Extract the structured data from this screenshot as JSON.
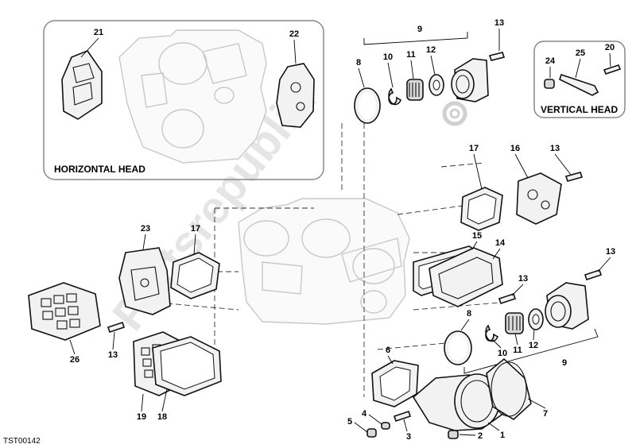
{
  "insets": {
    "horizontal_head": "HORIZONTAL HEAD",
    "vertical_head": "VERTICAL HEAD"
  },
  "drawing_code": "TST00142",
  "watermark": "Partsrepublik",
  "callouts": {
    "c21": "21",
    "c22": "22",
    "c9_top": "9",
    "c8_top": "8",
    "c10_top": "10",
    "c11_top": "11",
    "c12_top": "12",
    "c13_top": "13",
    "c24": "24",
    "c25": "25",
    "c20": "20",
    "c17_right": "17",
    "c16": "16",
    "c13_mid": "13",
    "c15": "15",
    "c14": "14",
    "c23": "23",
    "c17_left": "17",
    "c26": "26",
    "c13_left": "13",
    "c19": "19",
    "c18": "18",
    "c13_lower": "13",
    "c13_far": "13",
    "c8_low": "8",
    "c6": "6",
    "c10_low": "10",
    "c11_low": "11",
    "c12_low": "12",
    "c9_low": "9",
    "c7": "7",
    "c5": "5",
    "c4": "4",
    "c3": "3",
    "c2": "2",
    "c1": "1"
  }
}
